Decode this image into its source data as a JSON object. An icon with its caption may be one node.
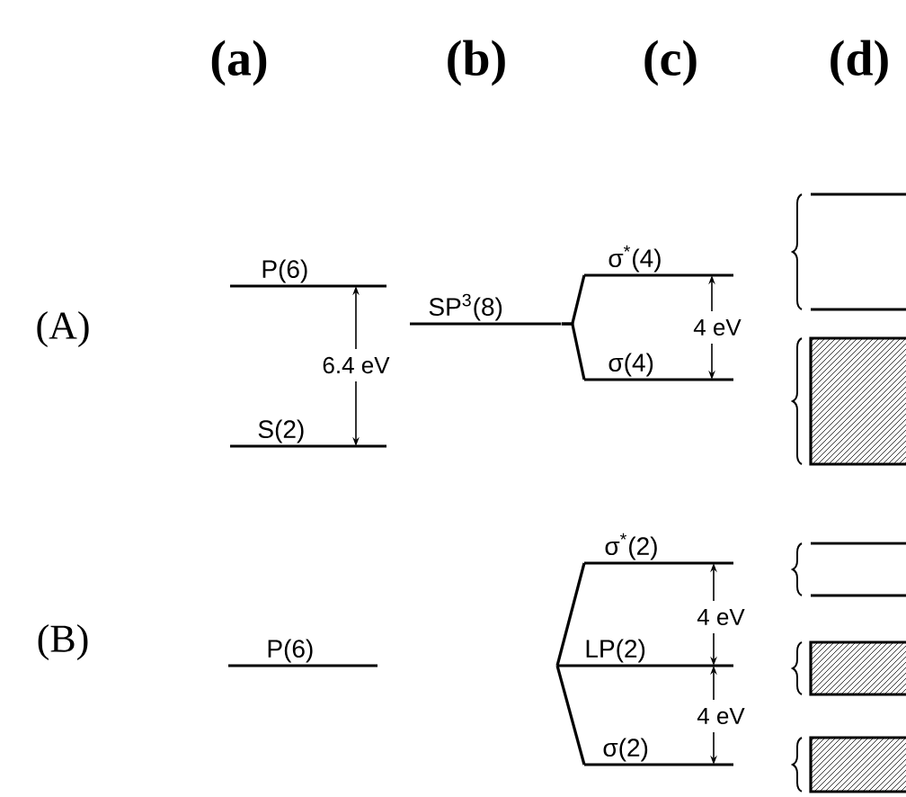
{
  "diagram": {
    "nodes": [
      {
        "text": [
          "P(6)"
        ]
      },
      {
        "text": [
          "S(2)"
        ]
      },
      {
        "text": [
          "SP$^{3}$(8)"
        ]
      },
      {
        "text": [
          "σ$^{*}$(4)"
        ]
      },
      {
        "text": [
          "σ(4)"
        ]
      },
      {
        "text": [
          "P(6)"
        ]
      },
      {
        "text": [
          "σ$^{*}$(2)"
        ]
      },
      {
        "text": [
          "LP(2)"
        ]
      },
      {
        "text": [
          "σ(2)"
        ]
      }
    ],
    "edges": [
      {
        "from": 2,
        "to": 3,
        "arrow": "none"
      },
      {
        "from": 2,
        "to": 4,
        "arrow": "none"
      },
      {
        "from": 7,
        "to": 6,
        "arrow": "none"
      },
      {
        "from": 7,
        "to": 8,
        "arrow": "none"
      }
    ],
    "labels": [
      "(a)",
      "(b)",
      "(c)",
      "(d)",
      "(A)",
      "(B)",
      "6.4 eV",
      "4 eV",
      "4 eV",
      "4 eV"
    ]
  }
}
